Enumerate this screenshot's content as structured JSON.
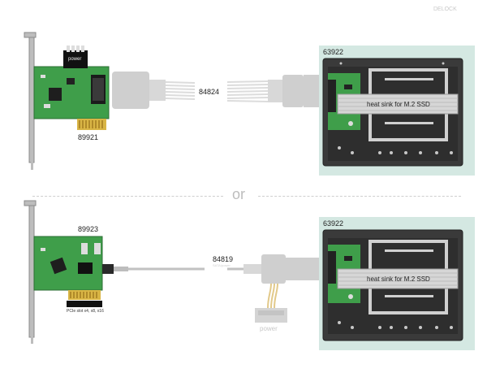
{
  "brand": "DELOCK",
  "separator_label": "or",
  "top": {
    "card_part": "89921",
    "card_power_tag": "power",
    "cable_part": "84824",
    "enclosure_part": "63922",
    "heat_sink_label": "heat sink for M.2 SSD"
  },
  "bottom": {
    "card_part": "89923",
    "slot_label": "PCIe slot x4, x8, x16",
    "cable_part": "84819",
    "cable_sublabel": "SATA/power",
    "power_label": "power",
    "enclosure_part": "63922",
    "heat_sink_label": "heat sink for M.2 SSD"
  },
  "colors": {
    "pcb": "#3f9e4a",
    "enclosure_bg": "#d4e8e2",
    "tray": "#3a3a3a",
    "heat_sink": "#d6d6d6",
    "cable_ghost": "#cfcfcf"
  }
}
